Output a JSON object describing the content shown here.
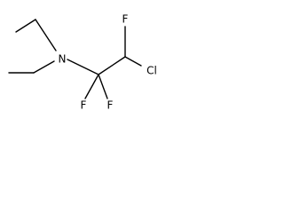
{
  "molecule": {
    "atoms": {
      "nitrogen": "N",
      "fluorine_top": "F",
      "chlorine": "Cl",
      "fluorine_bottom_left": "F",
      "fluorine_bottom_right": "F"
    }
  }
}
